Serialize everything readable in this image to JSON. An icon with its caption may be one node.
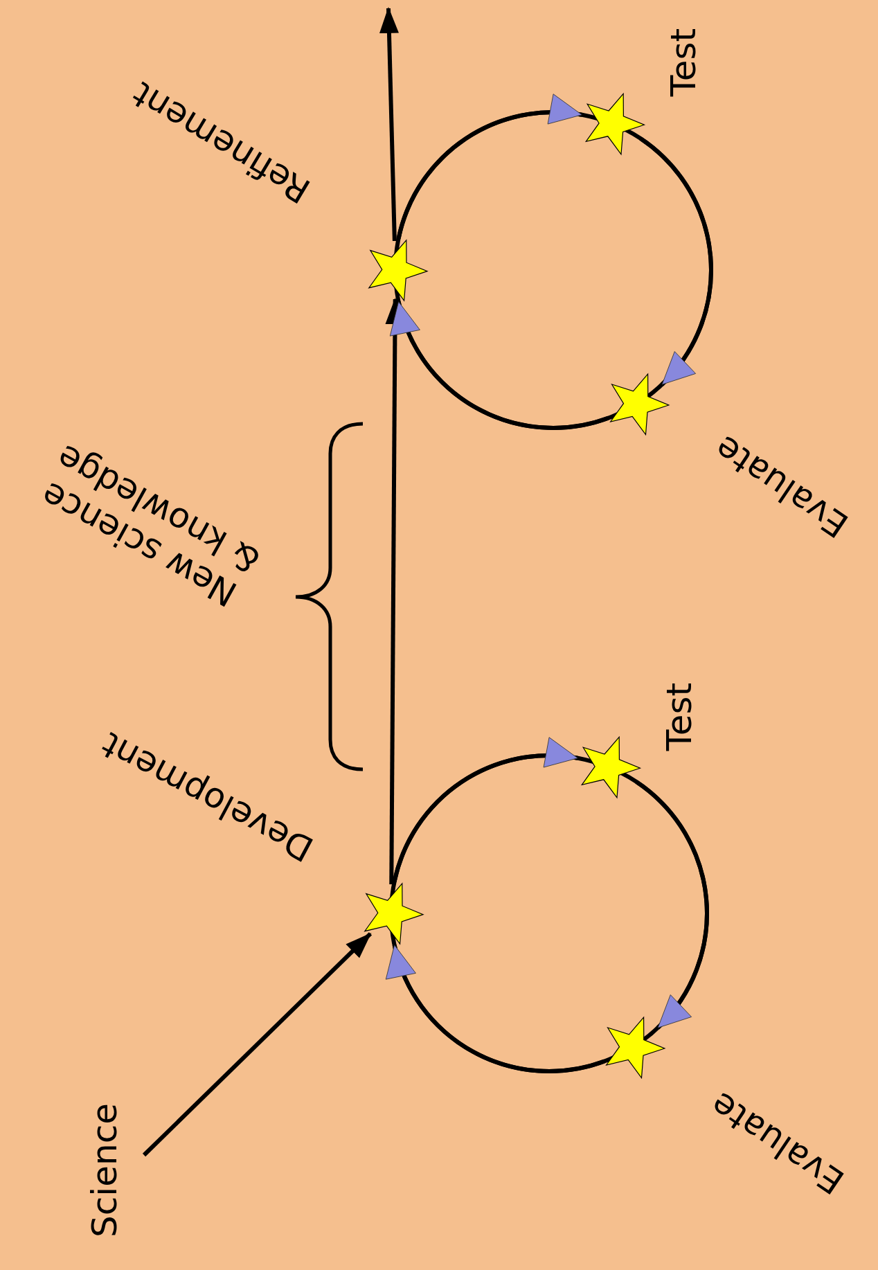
{
  "diagram": {
    "nodes": [
      {
        "text": [
          "Science"
        ]
      },
      {
        "text": [],
        "shape": "star",
        "beside": [
          "Test"
        ]
      },
      {
        "text": [],
        "shape": "star"
      },
      {
        "text": [],
        "shape": "star",
        "beside": [
          "Evaluate"
        ]
      },
      {
        "text": [],
        "shape": "star",
        "beside": [
          "Test"
        ]
      },
      {
        "text": [],
        "shape": "star"
      },
      {
        "text": [],
        "shape": "star",
        "beside": [
          "Evaluate"
        ]
      }
    ],
    "edges": [
      {
        "from": 0,
        "to": 5,
        "arrow": "to"
      },
      {
        "from": 5,
        "to": 2,
        "arrow": "to"
      },
      {
        "from": 2,
        "to": null,
        "arrow": "to"
      },
      {
        "from": 5,
        "to": 4,
        "arrow": "to"
      },
      {
        "from": 4,
        "to": 6,
        "arrow": "to"
      },
      {
        "from": 6,
        "to": 5,
        "arrow": "to"
      },
      {
        "from": 2,
        "to": 1,
        "arrow": "to"
      },
      {
        "from": 1,
        "to": 3,
        "arrow": "to"
      },
      {
        "from": 3,
        "to": 2,
        "arrow": "to"
      }
    ],
    "labels": [
      "Refinement",
      "New science & knowledge",
      "Development"
    ]
  }
}
